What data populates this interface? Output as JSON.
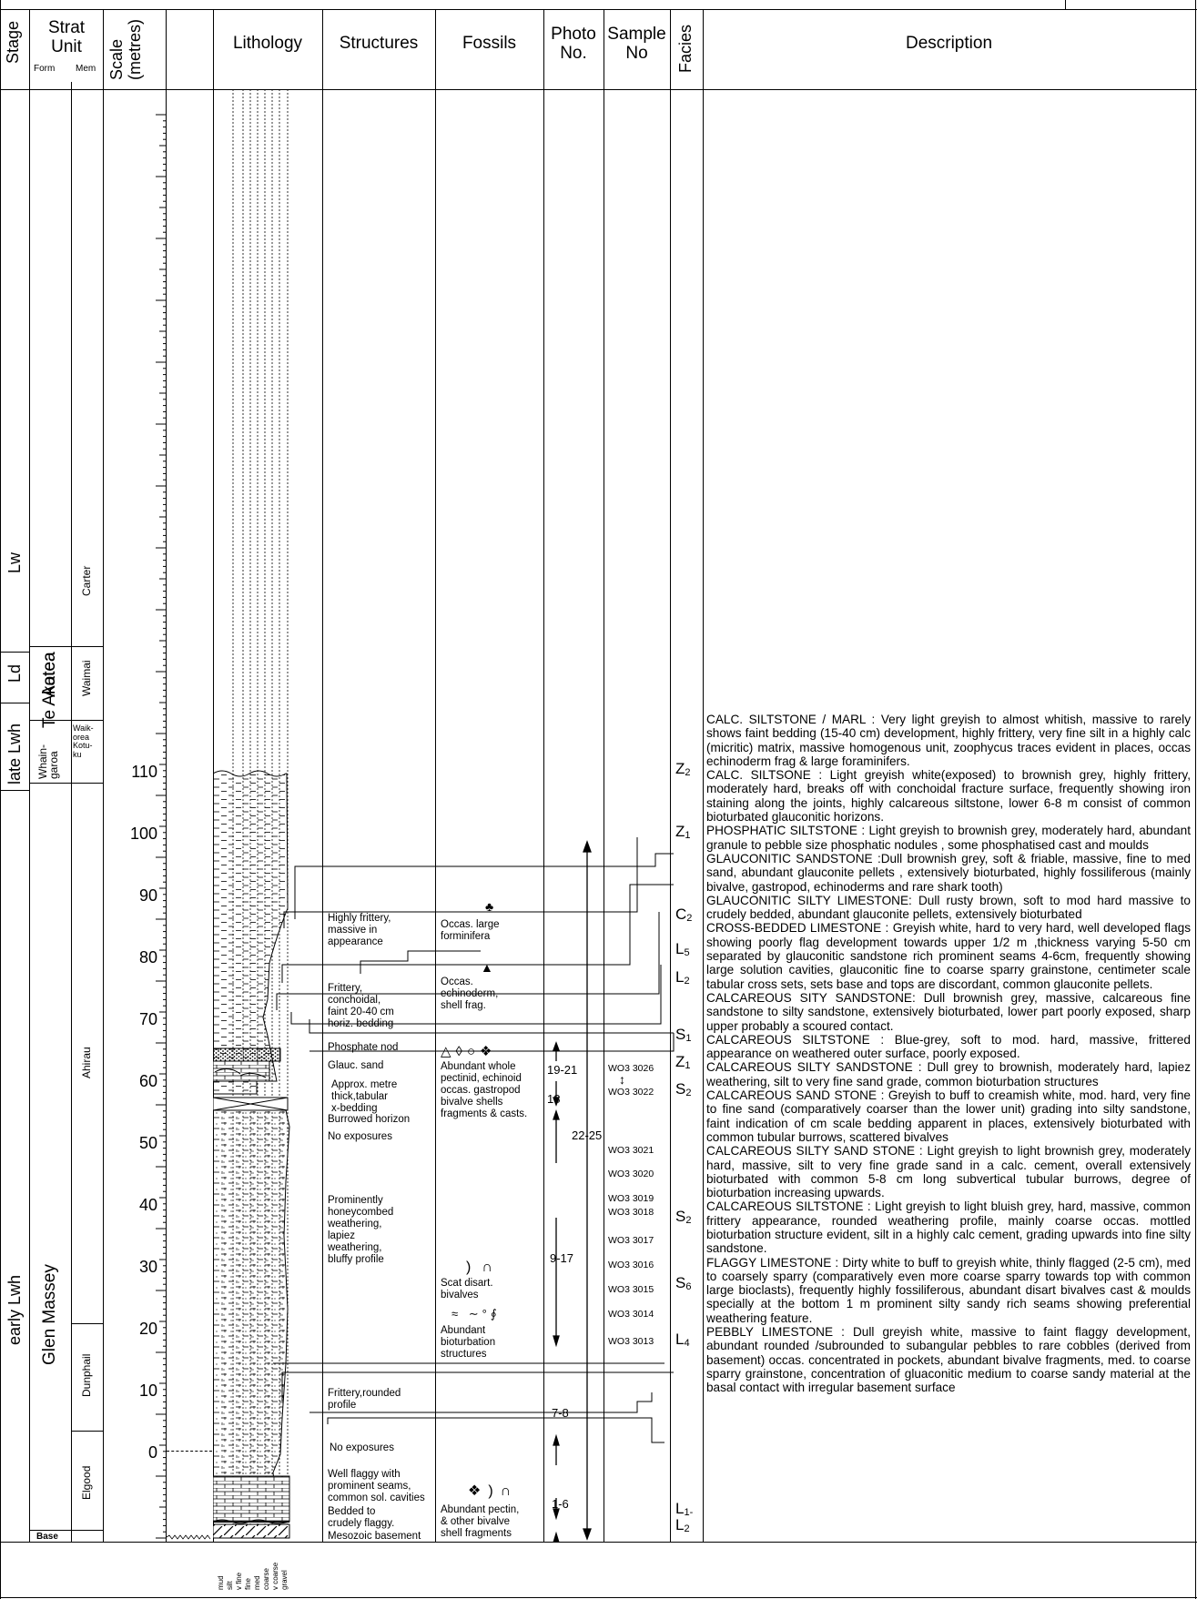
{
  "headers": {
    "stage": "Stage",
    "strat_unit": "Strat\nUnit",
    "form": "Form",
    "mem": "Mem",
    "scale": "Scale\n(metres)",
    "lithology": "Lithology",
    "structures": "Structures",
    "fossils": "Fossils",
    "photo": "Photo\nNo.",
    "sample": "Sample\nNo",
    "facies": "Facies",
    "description": "Description"
  },
  "stages": [
    "Lw",
    "Ld",
    "late Lwh",
    "early Lwh"
  ],
  "formations": [
    "Te Akatea",
    "Aotea",
    "Whain-\ngaroa",
    "Glen Massey",
    "Base"
  ],
  "members": [
    "Carter",
    "Waimai",
    "Waik-\norea\nKotu-\nku",
    "Ahirau",
    "Dunphail",
    "Elgood"
  ],
  "scale_labels": [
    "110",
    "100",
    "90",
    "80",
    "70",
    "60",
    "50",
    "40",
    "30",
    "20",
    "10",
    "0"
  ],
  "grain_labels": [
    "mud",
    "silt",
    "v fine",
    "fine",
    "med",
    "coarse",
    "v coarse",
    "gravel"
  ],
  "structures": [
    "Highly frittery,\nmassive in\nappearance",
    "Frittery,\nconchoidal,\nfaint 20-40 cm\nhoriz. bedding",
    "Phosphate nod",
    "Glauc. sand",
    "Approx. metre\nthick,tabular\nx-bedding",
    "Burrowed horizon",
    "No exposures",
    "Prominently\nhoneycombed\nweathering,\nlapiez\nweathering,\nbluffy profile",
    "Frittery,rounded\nprofile",
    "No exposures",
    "Well flaggy with\nprominent seams,\ncommon sol. cavities",
    "Bedded to\ncrudely flaggy.",
    "Mesozoic basement"
  ],
  "fossils": [
    "Occas. large\nforminifera",
    "Occas.\nechinoderm,\nshell frag.",
    "Abundant whole\npectinid, echinoid\noccas. gastropod\nbivalve shells\nfragments & casts.",
    "Scat disart.\nbivalves",
    "Abundant\nbioturbation\nstructures",
    "Abundant pectin,\n& other bivalve\nshell fragments"
  ],
  "photos": [
    "19-21",
    "18",
    "22-25",
    "9-17",
    "7-8",
    "1-6"
  ],
  "samples": [
    "WO3 3026",
    "WO3 3022",
    "WO3 3021",
    "WO3 3020",
    "WO3 3019",
    "WO3 3018",
    "WO3 3017",
    "WO3 3016",
    "WO3 3015",
    "WO3 3014",
    "WO3 3013"
  ],
  "facies": [
    {
      "main": "Z",
      "sub": "2"
    },
    {
      "main": "Z",
      "sub": "1"
    },
    {
      "main": "C",
      "sub": "2"
    },
    {
      "main": "L",
      "sub": "5"
    },
    {
      "main": "L",
      "sub": "2"
    },
    {
      "main": "S",
      "sub": "1"
    },
    {
      "main": "Z",
      "sub": "1"
    },
    {
      "main": "S",
      "sub": "2"
    },
    {
      "main": "S",
      "sub": "2"
    },
    {
      "main": "S",
      "sub": "6"
    },
    {
      "main": "L",
      "sub": "4"
    },
    {
      "main": "L",
      "sub": "1-"
    },
    {
      "main": "L",
      "sub": "2"
    }
  ],
  "descriptions": [
    "CALC. SILTSTONE / MARL : Very light greyish to almost whitish, massive to rarely shows faint bedding (15-40 cm) development, highly frittery, very fine silt in a highly calc (micritic) matrix, massive homogenous unit, zoophycus traces evident in places, occas echinoderm frag & large foraminifers.",
    "CALC. SILTSONE : Light greyish white(exposed) to brownish grey, highly frittery, moderately hard, breaks off with conchoidal fracture surface, frequently showing iron staining along the joints, highly calcareous siltstone, lower 6-8 m consist of common bioturbated glauconitic horizons.",
    "PHOSPHATIC SILTSTONE : Light greyish to brownish grey, moderately hard, abundant granule to pebble size phosphatic nodules , some phosphatised cast and moulds",
    "GLAUCONITIC SANDSTONE :Dull brownish grey, soft & friable, massive, fine to med sand, abundant glauconite pellets , extensively bioturbated, highly fossiliferous (mainly bivalve, gastropod, echinoderms and rare shark tooth)",
    "GLAUCONITIC SILTY LIMESTONE: Dull rusty brown, soft to mod hard massive to crudely bedded, abundant glauconite pellets, extensively bioturbated",
    "CROSS-BEDDED LIMESTONE : Greyish white, hard to very hard, well developed flags showing poorly flag development towards upper 1/2 m ,thickness varying 5-50 cm separated by glauconitic sandstone rich prominent seams 4-6cm, frequently showing large solution cavities, glauconitic fine to coarse sparry grainstone, centimeter scale tabular cross sets, sets base and tops are discordant, common glauconite pellets.",
    "CALCAREOUS SITY SANDSTONE: Dull brownish grey, massive, calcareous fine sandstone to silty sandstone, extensively bioturbated, lower part poorly exposed, sharp upper probably a scoured contact.",
    "CALCAREOUS SILTSTONE : Blue-grey, soft to mod. hard, massive, frittered appearance on weathered outer surface, poorly exposed.",
    "CALCAREOUS SILTY SANDSTONE : Dull grey to brownish, moderately hard, lapiez weathering, silt to very fine sand grade, common bioturbation structures",
    "CALCAREOUS SAND STONE : Greyish to buff to creamish white, mod. hard, very fine to fine sand (comparatively coarser than the lower unit) grading into silty sandstone, faint indication of cm scale bedding apparent in places, extensively bioturbated with common tubular burrows, scattered bivalves",
    "CALCAREOUS SILTY SAND STONE : Light greyish to light brownish grey, moderately hard, massive, silt to very fine grade sand in a calc. cement, overall extensively bioturbated with common 5-8 cm long subvertical tubular burrows, degree of bioturbation increasing upwards.",
    "CALCAREOUS SILTSTONE : Light greyish to light bluish grey, hard, massive, common frittery appearance, rounded weathering profile, mainly coarse occas. mottled bioturbation structure evident, silt in a highly calc cement, grading upwards into fine silty sandstone.",
    "FLAGGY LIMESTONE : Dirty white to buff to greyish white, thinly flagged (2-5 cm), med to coarsely sparry (comparatively even more coarse sparry towards top with common large bioclasts), frequently highly fossiliferous, abundant disart bivalves cast & moulds specially at the bottom 1 m prominent silty sandy rich seams showing preferential weathering feature.",
    "PEBBLY LIMESTONE : Dull greyish white, massive to faint flaggy development, abundant rounded /subrounded to subangular pebbles to rare cobbles (derived from basement) occas. concentrated in pockets, abundant bivalve fragments, med. to coarse sparry grainstone, concentration of gluaconitic medium to coarse sandy material at the basal contact with irregular basement surface"
  ]
}
